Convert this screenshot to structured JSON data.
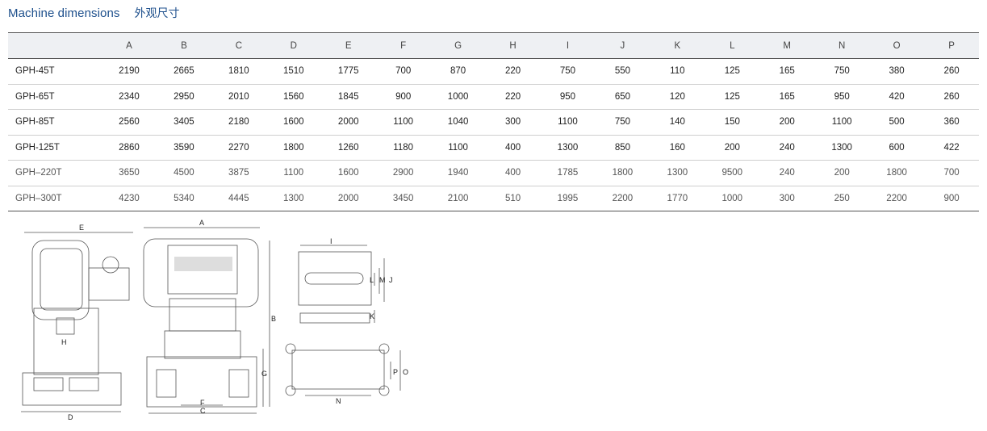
{
  "header": {
    "title_en": "Machine dimensions",
    "title_zh": "外观尺寸"
  },
  "table": {
    "columns": [
      "A",
      "B",
      "C",
      "D",
      "E",
      "F",
      "G",
      "H",
      "I",
      "J",
      "K",
      "L",
      "M",
      "N",
      "O",
      "P"
    ],
    "rows": [
      {
        "model": "GPH-45T",
        "values": [
          "2190",
          "2665",
          "1810",
          "1510",
          "1775",
          "700",
          "870",
          "220",
          "750",
          "550",
          "110",
          "125",
          "165",
          "750",
          "380",
          "260"
        ]
      },
      {
        "model": "GPH-65T",
        "values": [
          "2340",
          "2950",
          "2010",
          "1560",
          "1845",
          "900",
          "1000",
          "220",
          "950",
          "650",
          "120",
          "125",
          "165",
          "950",
          "420",
          "260"
        ]
      },
      {
        "model": "GPH-85T",
        "values": [
          "2560",
          "3405",
          "2180",
          "1600",
          "2000",
          "1100",
          "1040",
          "300",
          "1100",
          "750",
          "140",
          "150",
          "200",
          "1100",
          "500",
          "360"
        ]
      },
      {
        "model": "GPH-125T",
        "values": [
          "2860",
          "3590",
          "2270",
          "1800",
          "1260",
          "1180",
          "1100",
          "400",
          "1300",
          "850",
          "160",
          "200",
          "240",
          "1300",
          "600",
          "422"
        ]
      },
      {
        "model": "GPH–220T",
        "values": [
          "3650",
          "4500",
          "3875",
          "1100",
          "1600",
          "2900",
          "1940",
          "400",
          "1785",
          "1800",
          "1300",
          "9500",
          "240",
          "200",
          "1800",
          "700"
        ]
      },
      {
        "model": "GPH–300T",
        "values": [
          "4230",
          "5340",
          "4445",
          "1300",
          "2000",
          "3450",
          "2100",
          "510",
          "1995",
          "2200",
          "1770",
          "1000",
          "300",
          "250",
          "2200",
          "900"
        ]
      }
    ]
  },
  "drawing": {
    "labels": {
      "A": "A",
      "B": "B",
      "C": "C",
      "D": "D",
      "E": "E",
      "F": "F",
      "G": "G",
      "H": "H",
      "I": "I",
      "J": "J",
      "K": "K",
      "L": "L",
      "M": "M",
      "N": "N",
      "O": "O",
      "P": "P"
    }
  }
}
